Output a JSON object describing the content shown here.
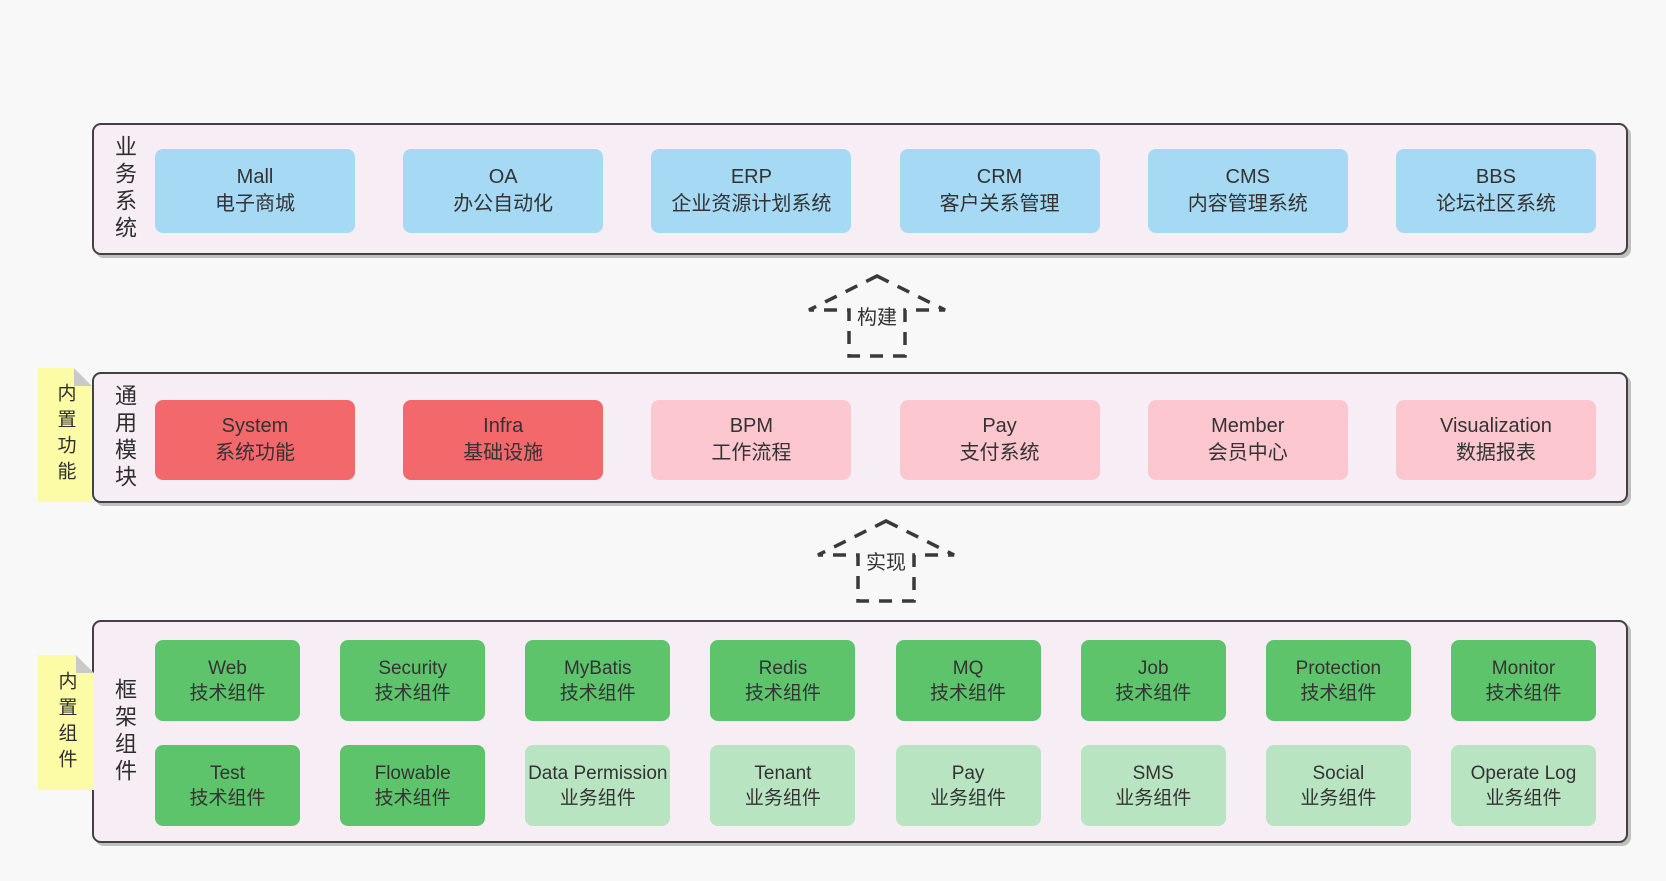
{
  "colors": {
    "page_bg": "#f8f8f8",
    "panel_bg": "#f7edf5",
    "panel_border": "#424242",
    "blue": "#a5d9f4",
    "red": "#f2686b",
    "pink": "#fcc7cf",
    "green_dark": "#5ec46c",
    "green_light": "#b9e4c1",
    "sticky_bg": "#fcfba6",
    "sticky_fold": "#c9c9c9",
    "text": "#333333",
    "arrow": "#3a3a3a"
  },
  "layers": {
    "business": {
      "label": "业务系统",
      "boxes": [
        {
          "title": "Mall",
          "subtitle": "电子商城"
        },
        {
          "title": "OA",
          "subtitle": "办公自动化"
        },
        {
          "title": "ERP",
          "subtitle": "企业资源计划系统"
        },
        {
          "title": "CRM",
          "subtitle": "客户关系管理"
        },
        {
          "title": "CMS",
          "subtitle": "内容管理系统"
        },
        {
          "title": "BBS",
          "subtitle": "论坛社区系统"
        }
      ]
    },
    "modules": {
      "label": "通用模块",
      "sticky": "内置功能",
      "boxes": [
        {
          "title": "System",
          "subtitle": "系统功能",
          "variant": "red"
        },
        {
          "title": "Infra",
          "subtitle": "基础设施",
          "variant": "red"
        },
        {
          "title": "BPM",
          "subtitle": "工作流程",
          "variant": "pink"
        },
        {
          "title": "Pay",
          "subtitle": "支付系统",
          "variant": "pink"
        },
        {
          "title": "Member",
          "subtitle": "会员中心",
          "variant": "pink"
        },
        {
          "title": "Visualization",
          "subtitle": "数据报表",
          "variant": "pink"
        }
      ]
    },
    "components": {
      "label": "框架组件",
      "sticky": "内置组件",
      "row1": [
        {
          "title": "Web",
          "subtitle": "技术组件",
          "variant": "green-dark"
        },
        {
          "title": "Security",
          "subtitle": "技术组件",
          "variant": "green-dark"
        },
        {
          "title": "MyBatis",
          "subtitle": "技术组件",
          "variant": "green-dark"
        },
        {
          "title": "Redis",
          "subtitle": "技术组件",
          "variant": "green-dark"
        },
        {
          "title": "MQ",
          "subtitle": "技术组件",
          "variant": "green-dark"
        },
        {
          "title": "Job",
          "subtitle": "技术组件",
          "variant": "green-dark"
        },
        {
          "title": "Protection",
          "subtitle": "技术组件",
          "variant": "green-dark"
        },
        {
          "title": "Monitor",
          "subtitle": "技术组件",
          "variant": "green-dark"
        }
      ],
      "row2": [
        {
          "title": "Test",
          "subtitle": "技术组件",
          "variant": "green-dark"
        },
        {
          "title": "Flowable",
          "subtitle": "技术组件",
          "variant": "green-dark"
        },
        {
          "title": "Data Permission",
          "subtitle": "业务组件",
          "variant": "green-light"
        },
        {
          "title": "Tenant",
          "subtitle": "业务组件",
          "variant": "green-light"
        },
        {
          "title": "Pay",
          "subtitle": "业务组件",
          "variant": "green-light"
        },
        {
          "title": "SMS",
          "subtitle": "业务组件",
          "variant": "green-light"
        },
        {
          "title": "Social",
          "subtitle": "业务组件",
          "variant": "green-light"
        },
        {
          "title": "Operate Log",
          "subtitle": "业务组件",
          "variant": "green-light"
        }
      ]
    }
  },
  "arrows": {
    "build": {
      "label": "构建"
    },
    "implement": {
      "label": "实现"
    }
  }
}
